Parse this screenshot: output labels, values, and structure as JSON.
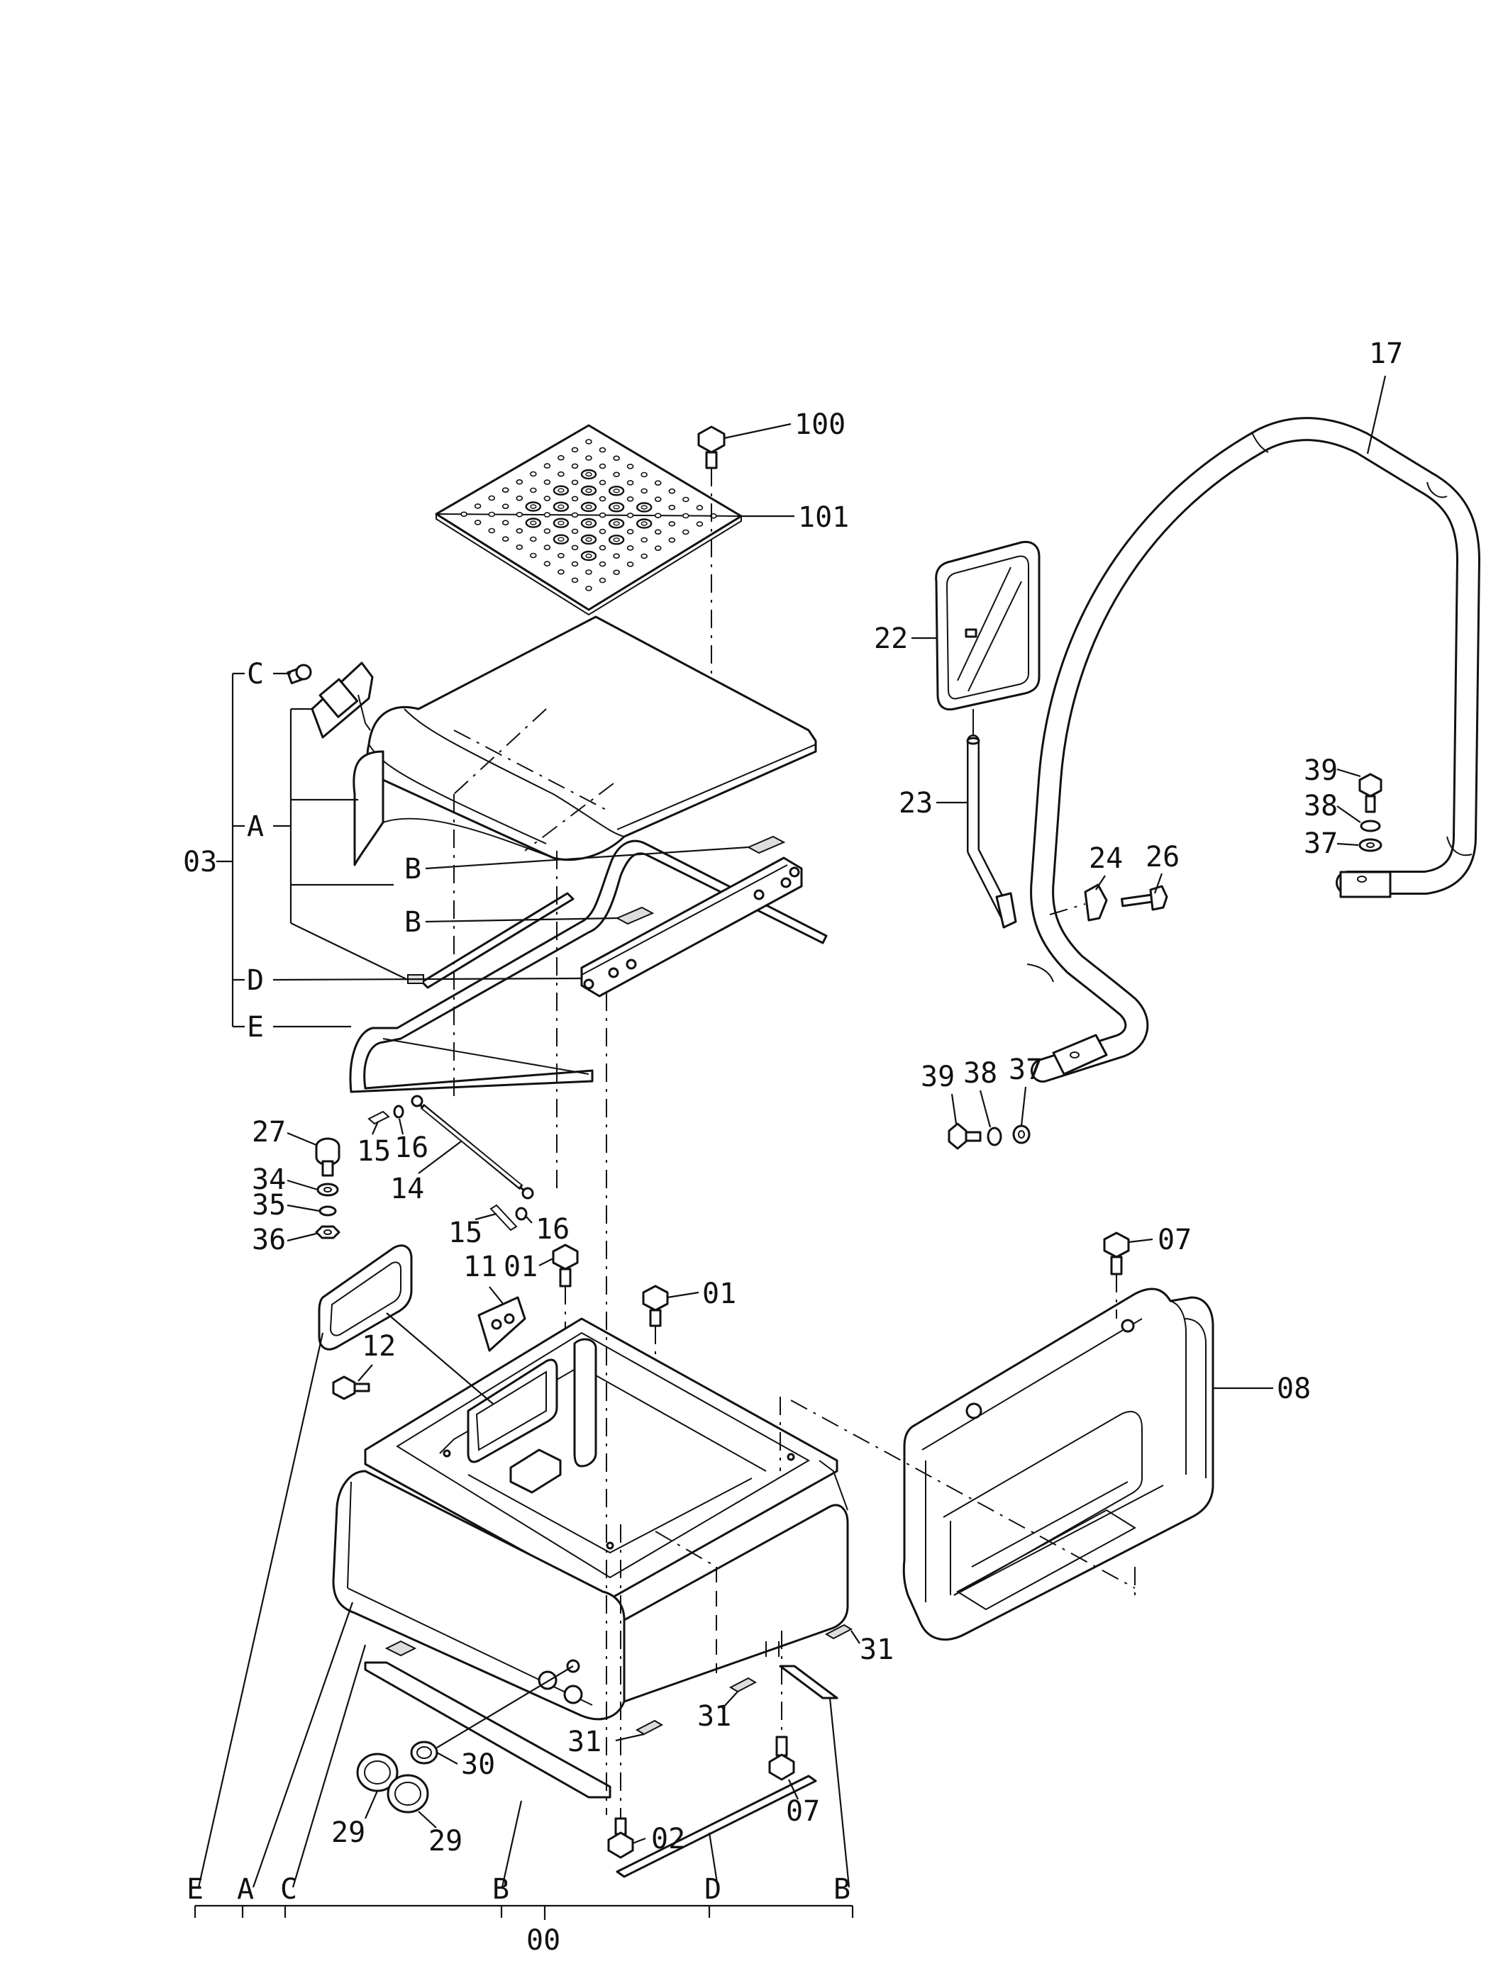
{
  "figure": {
    "callouts": {
      "c17": "17",
      "c100": "100",
      "c101": "101",
      "c22": "22",
      "c23": "23",
      "c24": "24",
      "c26": "26",
      "c39a": "39",
      "c38a": "38",
      "c37a": "37",
      "c39b": "39",
      "c38b": "38",
      "c37b": "37",
      "c03": "03",
      "cC1": "C",
      "cA1": "A",
      "cB1": "B",
      "cB2": "B",
      "cD1": "D",
      "cE1": "E",
      "c27": "27",
      "c34": "34",
      "c35": "35",
      "c36": "36",
      "c15a": "15",
      "c16a": "16",
      "c14": "14",
      "c15b": "15",
      "c16b": "16",
      "c01a": "01",
      "c01b": "01",
      "c11": "11",
      "c12": "12",
      "c07a": "07",
      "c08": "08",
      "c31a": "31",
      "c31b": "31",
      "c31c": "31",
      "c30": "30",
      "c29a": "29",
      "c29b": "29",
      "c07b": "07",
      "c02": "02",
      "bE": "E",
      "bA": "A",
      "bC": "C",
      "bB1": "B",
      "bD": "D",
      "bB2": "B",
      "c00": "00"
    }
  }
}
